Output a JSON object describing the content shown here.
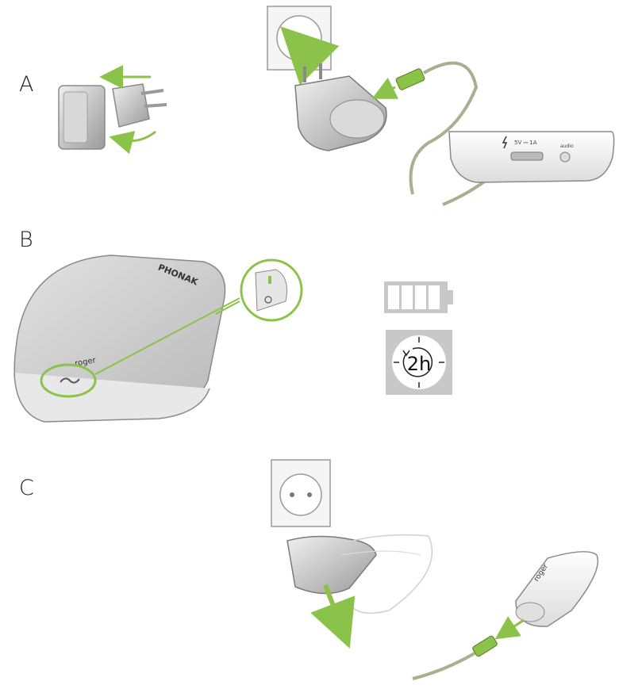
{
  "steps": {
    "a": {
      "label": "A"
    },
    "b": {
      "label": "B"
    },
    "c": {
      "label": "C"
    }
  },
  "device": {
    "brand": "PHONAK",
    "model": "roger",
    "port_label": "5V ⎓ 1A",
    "mic_label": "audio"
  },
  "charge_timer": {
    "text": "2h"
  },
  "battery": {
    "segments": 4,
    "level": 1.0
  },
  "colors": {
    "accent": "#8bc34a",
    "cable": "#a9b08f",
    "device_gray": "#cfcfcf",
    "icon_bg": "#c8c8c8"
  }
}
